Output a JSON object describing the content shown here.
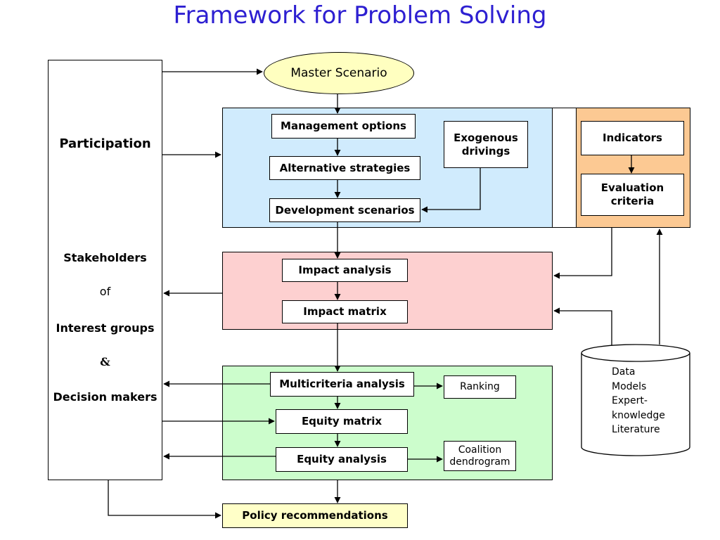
{
  "title": "Framework for Problem Solving",
  "colors": {
    "title": "#2d1fd1",
    "blue_region": "#d0ebfd",
    "orange_region": "#fcc993",
    "pink_region": "#fdd0d0",
    "green_region": "#ccfdcc",
    "oval_fill": "#ffffc0",
    "policy_fill": "#ffffc8"
  },
  "top_node": "Master Scenario",
  "left_panel": {
    "participation": "Participation",
    "stakeholders": "Stakeholders",
    "of": "of",
    "interest_groups": "Interest groups",
    "ampersand": "&",
    "decision_makers": "Decision makers"
  },
  "blue_block": {
    "management_options": "Management options",
    "alternative_strategies": "Alternative strategies",
    "development_scenarios": "Development scenarios",
    "exogenous_drivings": "Exogenous\ndrivings"
  },
  "orange_block": {
    "indicators": "Indicators",
    "evaluation_criteria": "Evaluation\ncriteria"
  },
  "pink_block": {
    "impact_analysis": "Impact analysis",
    "impact_matrix": "Impact matrix"
  },
  "green_block": {
    "multicriteria_analysis": "Multicriteria analysis",
    "ranking": "Ranking",
    "equity_matrix": "Equity matrix",
    "equity_analysis": "Equity analysis",
    "coalition_dendrogram": "Coalition\ndendrogram"
  },
  "database": {
    "items": [
      "Data",
      "Models",
      "Expert-",
      "knowledge",
      "Literature"
    ]
  },
  "bottom_node": "Policy recommendations"
}
